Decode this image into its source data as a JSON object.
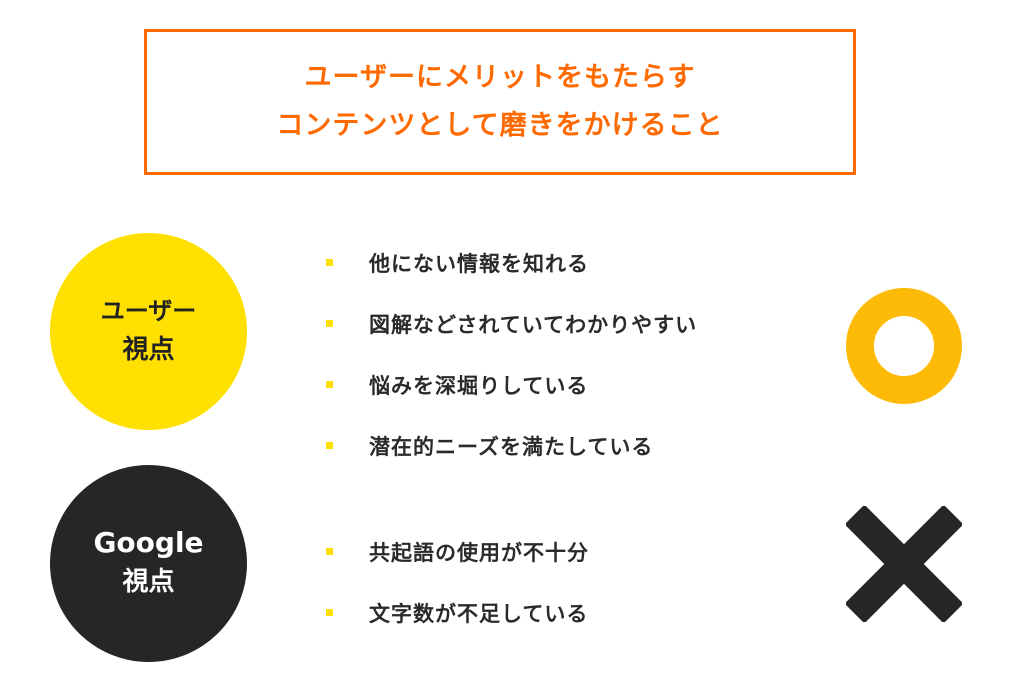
{
  "title": {
    "lines": [
      "ユーザーにメリットをもたらす",
      "コンテンツとして磨きをかけること"
    ],
    "color": "#ff6a00"
  },
  "sections": [
    {
      "id": "user",
      "badge": {
        "line1": "ユーザー",
        "line2": "視点",
        "color": "#ffe000",
        "text_color": "#222222"
      },
      "items": [
        "他にない情報を知れる",
        "図解などされていてわかりやすい",
        "悩みを深堀りしている",
        "潜在的ニーズを満たしている"
      ],
      "mark": {
        "icon": "circle-ok-icon",
        "color": "#fdbb07"
      }
    },
    {
      "id": "google",
      "badge": {
        "line1": "Google",
        "line2": "視点",
        "color": "#262626",
        "text_color": "#ffffff"
      },
      "items": [
        "共起語の使用が不十分",
        "文字数が不足している"
      ],
      "mark": {
        "icon": "cross-ng-icon",
        "color": "#262626"
      }
    }
  ],
  "bullet_color": "#ffe000"
}
